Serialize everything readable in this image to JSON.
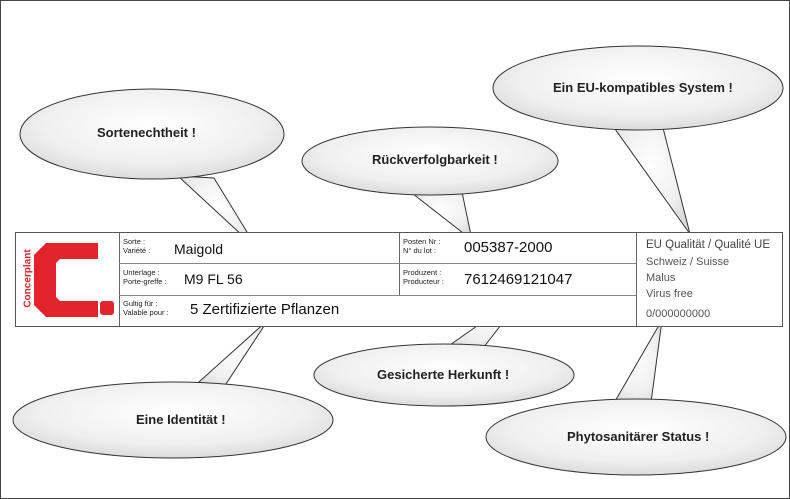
{
  "callouts": {
    "sortenechtheit": "Sortenechtheit !",
    "rueckverfolgbarkeit": "Rückverfolgbarkeit !",
    "eu_system": "Ein EU-kompatibles System !",
    "identitaet": "Eine Identität !",
    "herkunft": "Gesicherte Herkunft !",
    "phyto": "Phytosanitärer Status !"
  },
  "label": {
    "brand": "Concerplant",
    "sorte_label_1": "Sorte :",
    "sorte_label_2": "Variété :",
    "sorte_value": "Maigold",
    "unterlage_label_1": "Unterlage :",
    "unterlage_label_2": "Porte-greffe :",
    "unterlage_value": "M9 FL 56",
    "gueltig_label_1": "Gultig für :",
    "gueltig_label_2": "Valable pour :",
    "gueltig_value": "5 Zertifizierte Pflanzen",
    "posten_label_1": "Posten Nr :",
    "posten_label_2": "N° du lot :",
    "posten_value": "005387-2000",
    "produzent_label_1": "Produzent :",
    "produzent_label_2": "Producteur :",
    "produzent_value": "7612469121047",
    "quality_line": "EU Qualität / Qualité UE",
    "country_line": "Schweiz / Suisse",
    "genus_line": "Malus",
    "virus_line": "Virus free",
    "number_line": "0/000000000"
  },
  "colors": {
    "brand_red": "#e0242a",
    "bubble_fill": "#eeeeee"
  }
}
